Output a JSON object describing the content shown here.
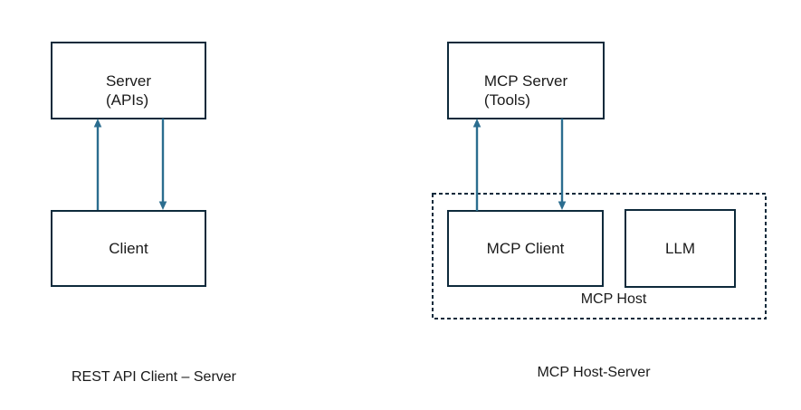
{
  "colors": {
    "box_border": "#0e2a3b",
    "arrow": "#2b6d8f",
    "text": "#1a1a1a",
    "background": "#ffffff"
  },
  "rest_diagram": {
    "server_box": {
      "line1": "Server",
      "line2": "(APIs)"
    },
    "client_box": {
      "label": "Client"
    },
    "caption": "REST API Client – Server"
  },
  "mcp_diagram": {
    "server_box": {
      "line1": "MCP Server",
      "line2": "(Tools)"
    },
    "client_box": {
      "label": "MCP Client"
    },
    "llm_box": {
      "label": "LLM"
    },
    "host_group_label": "MCP Host",
    "caption": "MCP Host-Server"
  }
}
